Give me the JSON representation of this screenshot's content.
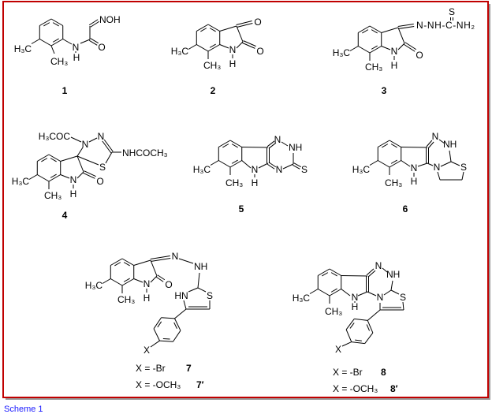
{
  "caption": "Scheme 1",
  "colors": {
    "border": "#c00000",
    "shadow": "#9a9a9a",
    "caption": "#1a1aff",
    "ink": "#000000"
  },
  "compounds": {
    "c1": {
      "number": "1",
      "h3c": "H₃C",
      "ch3": "CH₃",
      "n": "N",
      "h": "H",
      "o": "O",
      "noh": "NOH"
    },
    "c2": {
      "number": "2",
      "h3c": "H₃C",
      "ch3": "CH₃",
      "n": "N",
      "h": "H",
      "o1": "O",
      "o2": "O"
    },
    "c3": {
      "number": "3",
      "h3c": "H₃C",
      "ch3": "CH₃",
      "n": "N",
      "h": "H",
      "o": "O",
      "chain": "N-NH-C-NH₂",
      "s": "S"
    },
    "c4": {
      "number": "4",
      "h3c": "H₃C",
      "ch3": "CH₃",
      "n": "N",
      "h": "H",
      "o": "O",
      "acetyl": "H₃COC",
      "n3": "N",
      "n4": "N",
      "s": "S",
      "amide": "NHCOCH₃"
    },
    "c5": {
      "number": "5",
      "h3c": "H₃C",
      "ch3": "CH₃",
      "n": "N",
      "h": "H",
      "n1": "N",
      "nh": "NH",
      "n4": "N",
      "s": "S"
    },
    "c6": {
      "number": "6",
      "h3c": "H₃C",
      "ch3": "CH₃",
      "n": "N",
      "h": "H",
      "n1": "N",
      "nh": "NH",
      "n4": "N",
      "s": "S"
    },
    "c7": {
      "number": "7",
      "number_alt": "7′",
      "h3c": "H₃C",
      "ch3": "CH₃",
      "n": "N",
      "h": "H",
      "o": "O",
      "n_azo": "N",
      "nh": "NH",
      "hn": "HN",
      "s": "S",
      "x": "X",
      "sub1": "X = -Br",
      "sub2": "X = -OCH₃"
    },
    "c8": {
      "number": "8",
      "number_alt": "8′",
      "h3c": "H₃C",
      "ch3": "CH₃",
      "n": "N",
      "h": "H",
      "n1": "N",
      "nh": "NH",
      "n4": "N",
      "s": "S",
      "x": "X",
      "sub1": "X = -Br",
      "sub2": "X = -OCH₃"
    }
  }
}
